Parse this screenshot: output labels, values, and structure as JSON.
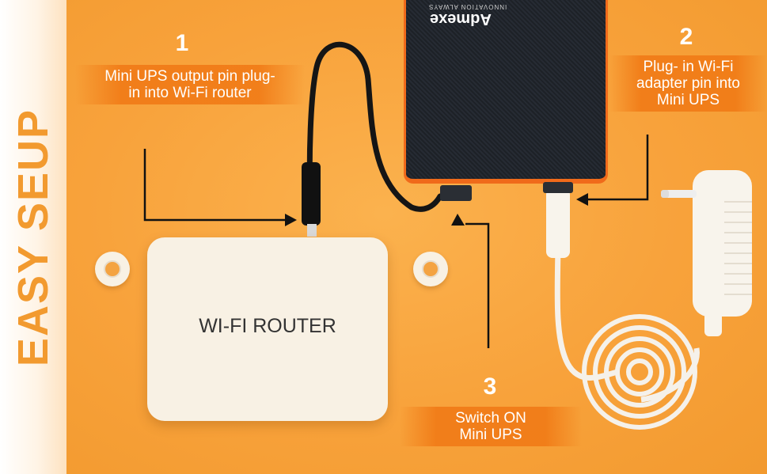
{
  "side_title": "EASY SEUP",
  "steps": [
    {
      "number": "1",
      "text_lines": [
        "Mini UPS output pin plug-",
        "in into Wi-Fi router"
      ]
    },
    {
      "number": "2",
      "text_lines": [
        "Plug- in Wi-Fi",
        "adapter pin into",
        "Mini UPS"
      ]
    },
    {
      "number": "3",
      "text_lines": [
        "Switch ON",
        "Mini UPS"
      ]
    }
  ],
  "router_label": "WI-FI ROUTER",
  "ups_brand": "Admexe",
  "ups_tagline": "INNOVATION ALWAYS",
  "colors": {
    "background": "#f8a23b",
    "accent": "#f06a1a",
    "sidebar_text": "#f29a2f"
  }
}
